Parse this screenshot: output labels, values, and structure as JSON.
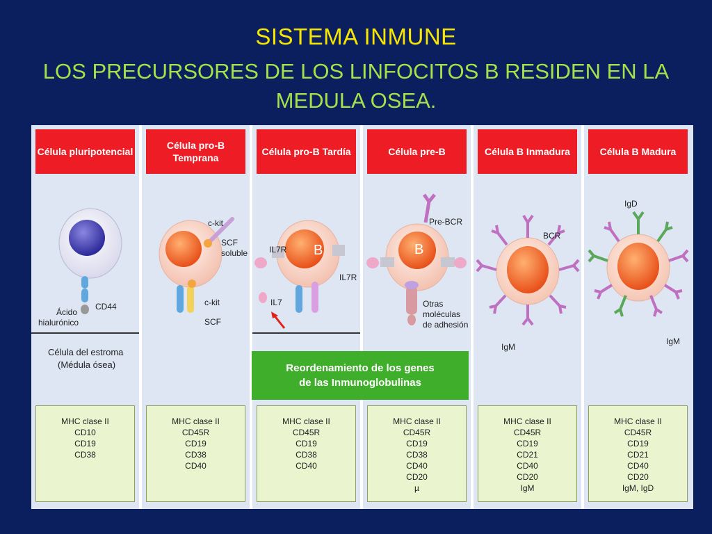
{
  "title": "SISTEMA INMUNE",
  "subtitle": "LOS PRECURSORES DE LOS LINFOCITOS B RESIDEN EN LA MEDULA OSEA.",
  "colors": {
    "background": "#0b1f5e",
    "title": "#f7e600",
    "subtitle": "#a4e24a",
    "header": "#ee1c25",
    "band": "#3fae2a",
    "info": "#eaf4cf"
  },
  "columns": [
    {
      "header": "Célula pluripotencial",
      "markers": [
        "MHC clase II",
        "CD10",
        "CD19",
        "CD38"
      ]
    },
    {
      "header": "Célula pro-B Temprana",
      "markers": [
        "MHC clase II",
        "CD45R",
        "CD19",
        "CD38",
        "CD40"
      ]
    },
    {
      "header": "Célula pro-B Tardía",
      "markers": [
        "MHC clase II",
        "CD45R",
        "CD19",
        "CD38",
        "CD40"
      ]
    },
    {
      "header": "Célula pre-B",
      "markers": [
        "MHC clase II",
        "CD45R",
        "CD19",
        "CD38",
        "CD40",
        "CD20",
        "µ"
      ]
    },
    {
      "header": "Célula B Inmadura",
      "markers": [
        "MHC clase II",
        "CD45R",
        "CD19",
        "CD21",
        "CD40",
        "CD20",
        "IgM"
      ]
    },
    {
      "header": "Célula B Madura",
      "markers": [
        "MHC clase II",
        "CD45R",
        "CD19",
        "CD21",
        "CD40",
        "CD20",
        "IgM, IgD"
      ]
    }
  ],
  "labels": {
    "cd44": "CD44",
    "acido": "Ácido",
    "hialuronico": "hialurónico",
    "estroma1": "Célula del estroma",
    "estroma2": "(Médula ósea)",
    "ckit_top": "c-kit",
    "scf_soluble1": "SCF",
    "scf_soluble2": "soluble",
    "ckit_bottom": "c-kit",
    "scf": "SCF",
    "il7r_left": "IL7R",
    "il7r_right": "IL7R",
    "il7": "IL7",
    "b_late": "B",
    "b_pre": "B",
    "pre_bcr": "Pre-BCR",
    "otras1": "Otras",
    "otras2": "moléculas",
    "otras3": "de adhesión",
    "bcr": "BCR",
    "igm_immature": "IgM",
    "igd": "IgD",
    "igm_mature": "IgM"
  },
  "band": {
    "line1": "Reordenamiento de los genes",
    "line2": "de las Inmunoglobulinas"
  }
}
